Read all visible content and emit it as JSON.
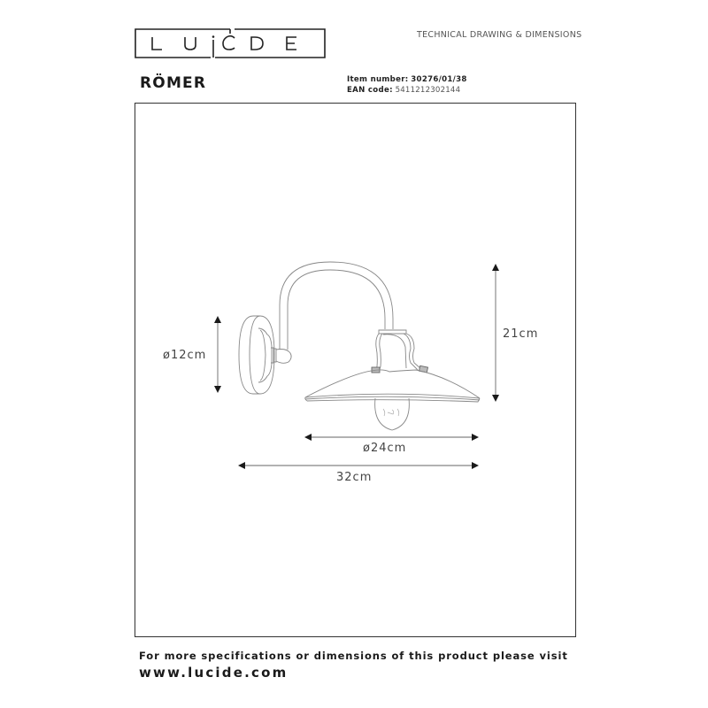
{
  "header": {
    "logo_letters": [
      "L",
      "U",
      "C",
      "i",
      "D",
      "E"
    ],
    "logo_text": "LUCIDE",
    "doc_type": "TECHNICAL DRAWING & DIMENSIONS",
    "product_name": "RÖMER",
    "item_number_label": "Item number:",
    "item_number": "30276/01/38",
    "ean_label": "EAN code:",
    "ean_code": "5411212302144"
  },
  "drawing": {
    "subject": "wall lamp with curved arm, round wall plate and wide flat shade with bulb",
    "dimensions": {
      "backplate_diameter": "ø12cm",
      "height": "21cm",
      "shade_diameter": "ø24cm",
      "projection": "32cm"
    },
    "colors": {
      "line": "#888888",
      "dimension_line": "#666666",
      "arrow": "#1a1a1a",
      "frame": "#333333"
    }
  },
  "footer": {
    "line1": "For more specifications or dimensions of this product please visit",
    "url": "www.lucide.com"
  }
}
